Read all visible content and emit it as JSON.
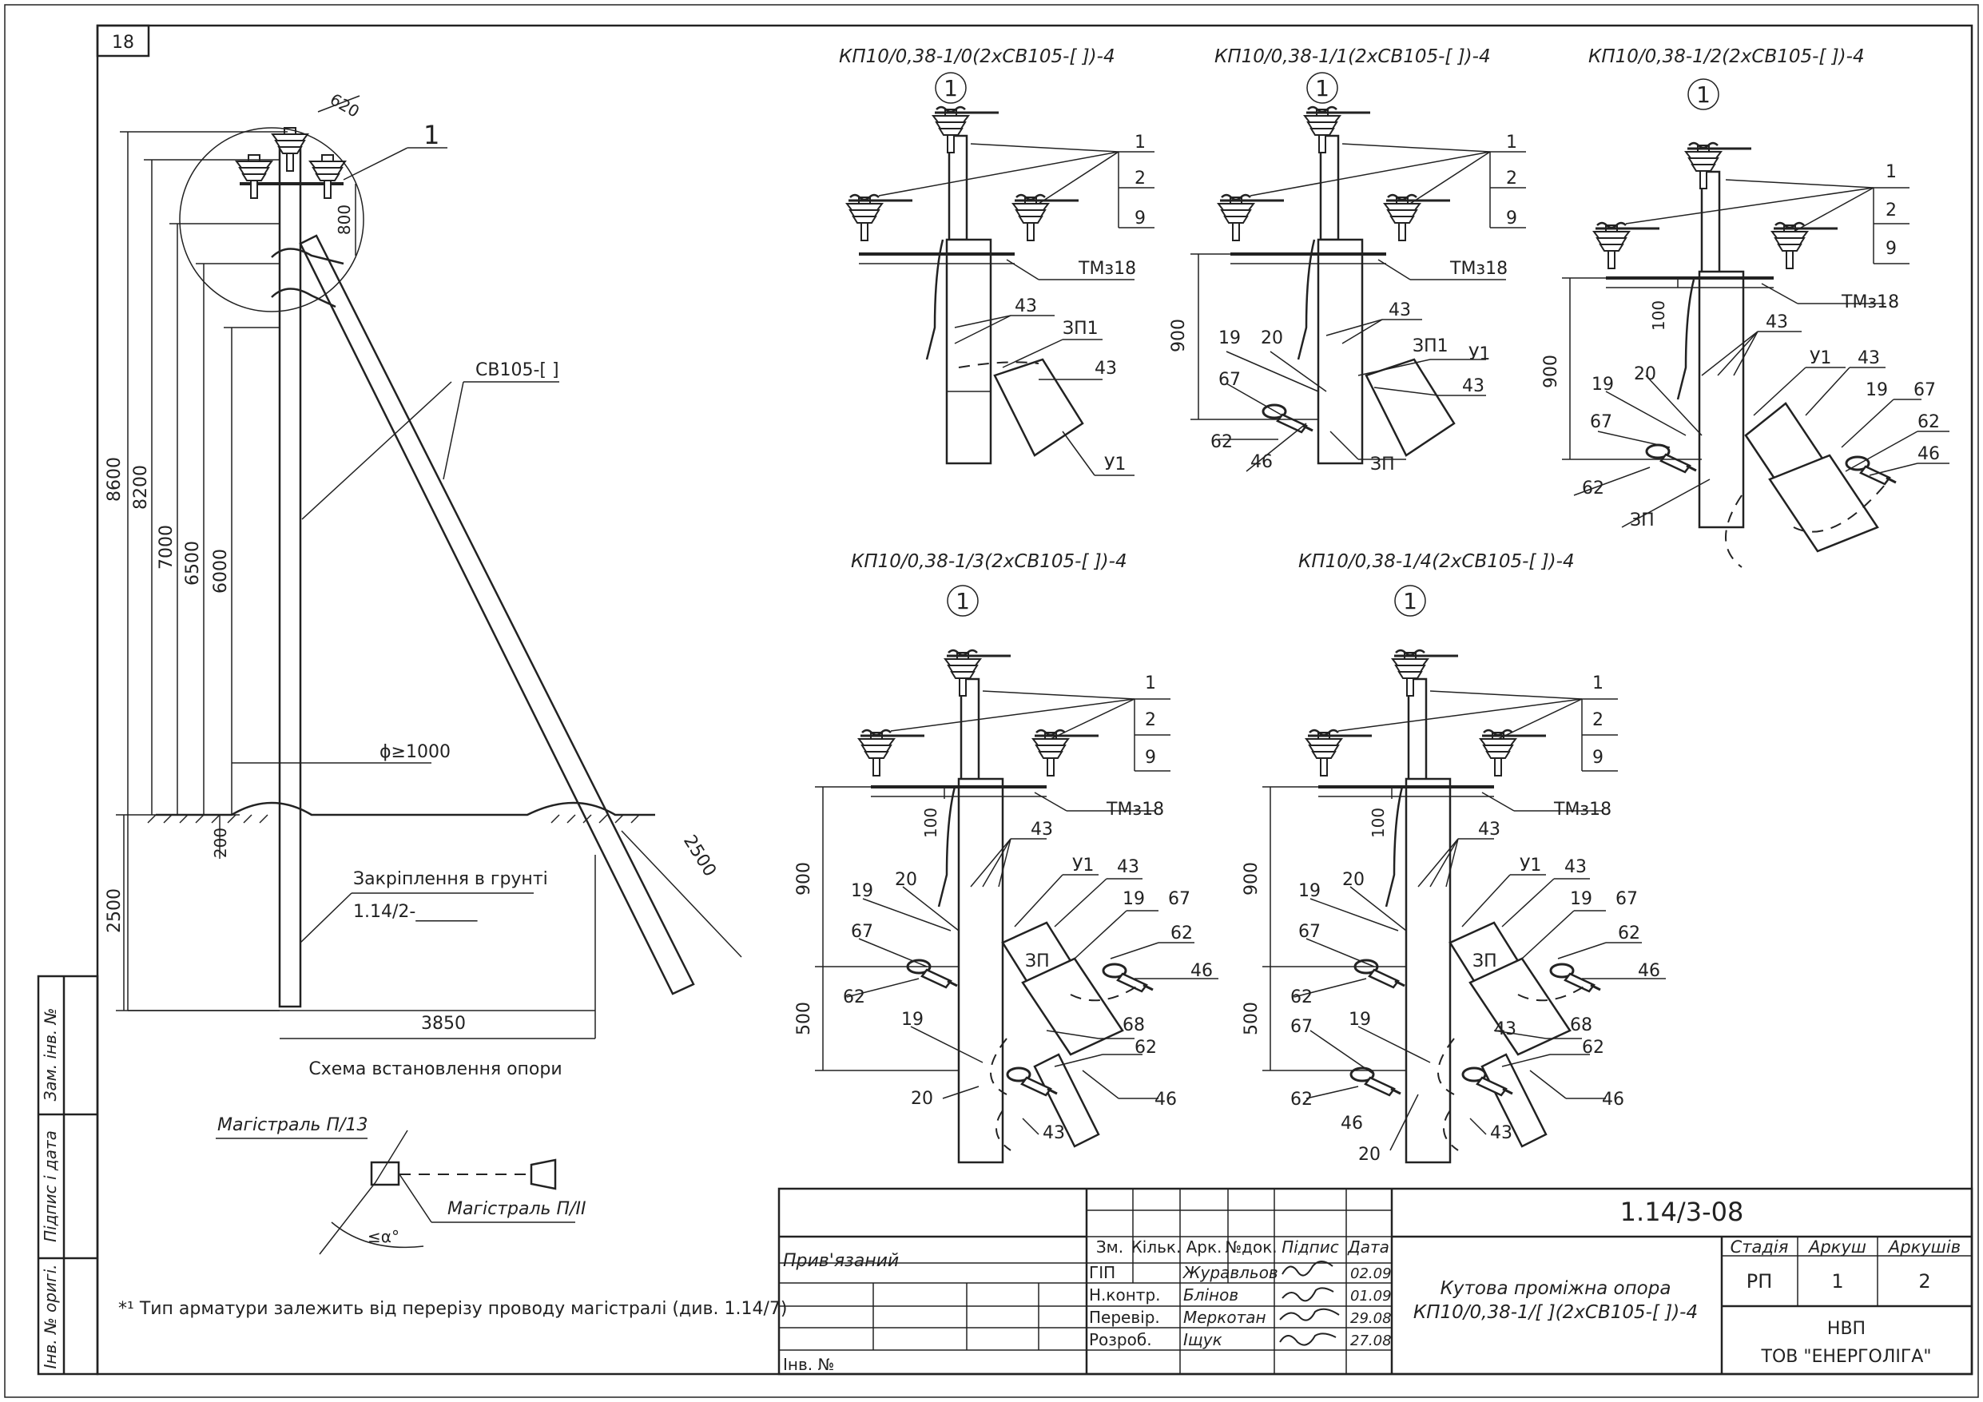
{
  "sheet": {
    "number": "18"
  },
  "side_stamp": {
    "zam": "Зам. інв. №",
    "pidpys": "Підпис і дата",
    "inv": "Інв. № оригі."
  },
  "scheme": {
    "callout": "1",
    "dim_620": "620",
    "dim_800": "800",
    "dim_8600": "8600",
    "dim_8200": "8200",
    "dim_7000": "7000",
    "dim_6500": "6500",
    "dim_6000": "6000",
    "dim_200": "200",
    "dim_2500v": "2500",
    "dim_2500s": "2500",
    "dim_3850": "3850",
    "phi": "ϕ≥1000",
    "strut_label": "СВ105-[     ]",
    "ground_label": "Закріплення в грунті",
    "ground_code": "1.14/2-_______",
    "caption": "Схема встановлення опори"
  },
  "angle": {
    "left": "Магістраль П/13",
    "right": "Магістраль П/ІІ",
    "angle": "≤α°"
  },
  "footnote": "*¹ Тип арматури залежить від перерізу проводу магістралі (див. 1.14/7)",
  "details": [
    {
      "title": "КП10/0,38-1/0(2хСВ105-[  ])-4",
      "callout": "1"
    },
    {
      "title": "КП10/0,38-1/1(2хСВ105-[  ])-4",
      "callout": "1"
    },
    {
      "title": "КП10/0,38-1/2(2хСВ105-[  ])-4",
      "callout": "1"
    },
    {
      "title": "КП10/0,38-1/3(2хСВ105-[  ])-4",
      "callout": "1"
    },
    {
      "title": "КП10/0,38-1/4(2хСВ105-[  ])-4",
      "callout": "1"
    }
  ],
  "labels": {
    "n1": "1",
    "n2": "2",
    "n9": "9",
    "tmz": "ТМз18",
    "n43": "43",
    "zp1": "ЗП1",
    "u1": "У1",
    "n19": "19",
    "n20": "20",
    "n67": "67",
    "n62": "62",
    "n46": "46",
    "zp": "ЗП",
    "n68": "68",
    "n100": "100",
    "n900": "900",
    "n500": "500"
  },
  "title_block": {
    "code": "1.14/3-08",
    "privyaz": "Прив'язаний",
    "inv": "Інв. №",
    "cols": [
      "Зм.",
      "Кільк.",
      "Арк.",
      "№док.",
      "Підпис",
      "Дата"
    ],
    "rows": [
      {
        "role": "ГІП",
        "name": "Журавльов",
        "date": "02.09"
      },
      {
        "role": "Н.контр.",
        "name": "Блінов",
        "date": "01.09"
      },
      {
        "role": "Перевір.",
        "name": "Меркотан",
        "date": "29.08"
      },
      {
        "role": "Розроб.",
        "name": "Іщук",
        "date": "27.08"
      }
    ],
    "name_line1": "Кутова проміжна опора",
    "name_line2": "КП10/0,38-1/[  ](2хСВ105-[  ])-4",
    "stadia_h": "Стадія",
    "arkush_h": "Аркуш",
    "arkushiv_h": "Аркушів",
    "stadia": "РП",
    "arkush": "1",
    "arkushiv": "2",
    "org1": "НВП",
    "org2": "ТОВ \"ЕНЕРГОЛІГА\""
  }
}
